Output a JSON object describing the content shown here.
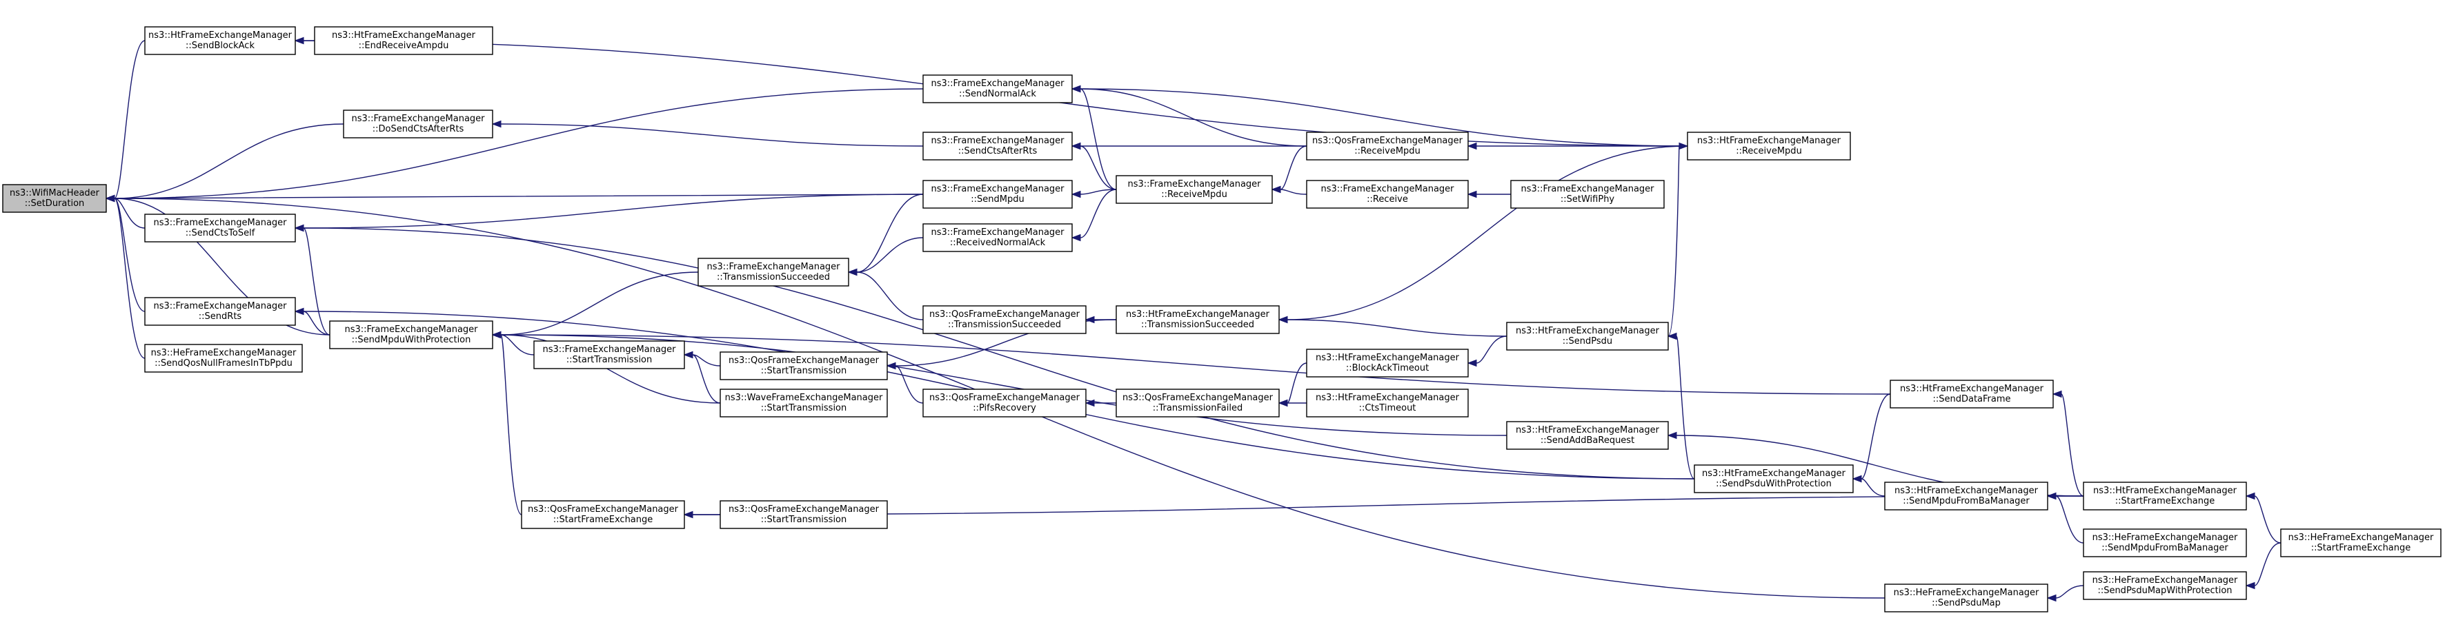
{
  "graph": {
    "edge_color": "#191970",
    "node_border": "#000000",
    "root_fill": "#bfbfbf",
    "node_fill": "#ffffff",
    "nodes": [
      {
        "id": "root",
        "line1": "ns3::WifiMacHeader",
        "line2": "::SetDuration",
        "root": true
      },
      {
        "id": "ht_sendblockack",
        "line1": "ns3::HtFrameExchangeManager",
        "line2": "::SendBlockAck"
      },
      {
        "id": "ht_endreceiveampdu",
        "line1": "ns3::HtFrameExchangeManager",
        "line2": "::EndReceiveAmpdu"
      },
      {
        "id": "fe_dosendctsafterrts",
        "line1": "ns3::FrameExchangeManager",
        "line2": "::DoSendCtsAfterRts"
      },
      {
        "id": "fe_sendctstoself",
        "line1": "ns3::FrameExchangeManager",
        "line2": "::SendCtsToSelf"
      },
      {
        "id": "fe_sendrts",
        "line1": "ns3::FrameExchangeManager",
        "line2": "::SendRts"
      },
      {
        "id": "he_sendqosnull",
        "line1": "ns3::HeFrameExchangeManager",
        "line2": "::SendQosNullFramesInTbPpdu"
      },
      {
        "id": "fe_sendmpduwithprotection",
        "line1": "ns3::FrameExchangeManager",
        "line2": "::SendMpduWithProtection"
      },
      {
        "id": "fe_transmissionsucceeded",
        "line1": "ns3::FrameExchangeManager",
        "line2": "::TransmissionSucceeded"
      },
      {
        "id": "fe_starttransmission",
        "line1": "ns3::FrameExchangeManager",
        "line2": "::StartTransmission"
      },
      {
        "id": "qos_startframeexchange",
        "line1": "ns3::QosFrameExchangeManager",
        "line2": "::StartFrameExchange"
      },
      {
        "id": "fe_sendnormalack",
        "line1": "ns3::FrameExchangeManager",
        "line2": "::SendNormalAck"
      },
      {
        "id": "fe_sendctsafterrts",
        "line1": "ns3::FrameExchangeManager",
        "line2": "::SendCtsAfterRts"
      },
      {
        "id": "fe_sendmpdu",
        "line1": "ns3::FrameExchangeManager",
        "line2": "::SendMpdu"
      },
      {
        "id": "fe_receivednormalack",
        "line1": "ns3::FrameExchangeManager",
        "line2": "::ReceivedNormalAck"
      },
      {
        "id": "qos_transmissionsucceeded",
        "line1": "ns3::QosFrameExchangeManager",
        "line2": "::TransmissionSucceeded"
      },
      {
        "id": "qos_starttransmission",
        "line1": "ns3::QosFrameExchangeManager",
        "line2": "::StartTransmission"
      },
      {
        "id": "wave_starttransmission",
        "line1": "ns3::WaveFrameExchangeManager",
        "line2": "::StartTransmission"
      },
      {
        "id": "qos_pifsrecovery",
        "line1": "ns3::QosFrameExchangeManager",
        "line2": "::PifsRecovery"
      },
      {
        "id": "qos_starttransmission2",
        "line1": "ns3::QosFrameExchangeManager",
        "line2": "::StartTransmission"
      },
      {
        "id": "fe_receivempdu",
        "line1": "ns3::FrameExchangeManager",
        "line2": "::ReceiveMpdu"
      },
      {
        "id": "ht_transmissionsucceeded",
        "line1": "ns3::HtFrameExchangeManager",
        "line2": "::TransmissionSucceeded"
      },
      {
        "id": "qos_transmissionfailed",
        "line1": "ns3::QosFrameExchangeManager",
        "line2": "::TransmissionFailed"
      },
      {
        "id": "qos_receivempdu",
        "line1": "ns3::QosFrameExchangeManager",
        "line2": "::ReceiveMpdu"
      },
      {
        "id": "fe_receive",
        "line1": "ns3::FrameExchangeManager",
        "line2": "::Receive"
      },
      {
        "id": "ht_blockacktimeout",
        "line1": "ns3::HtFrameExchangeManager",
        "line2": "::BlockAckTimeout"
      },
      {
        "id": "ht_ctstimeout",
        "line1": "ns3::HtFrameExchangeManager",
        "line2": "::CtsTimeout"
      },
      {
        "id": "fe_setwifiphy",
        "line1": "ns3::FrameExchangeManager",
        "line2": "::SetWifiPhy"
      },
      {
        "id": "ht_sendpsdu",
        "line1": "ns3::HtFrameExchangeManager",
        "line2": "::SendPsdu"
      },
      {
        "id": "ht_sendaddbarequest",
        "line1": "ns3::HtFrameExchangeManager",
        "line2": "::SendAddBaRequest"
      },
      {
        "id": "ht_sendpsduwithprotection",
        "line1": "ns3::HtFrameExchangeManager",
        "line2": "::SendPsduWithProtection"
      },
      {
        "id": "ht_receivempdu",
        "line1": "ns3::HtFrameExchangeManager",
        "line2": "::ReceiveMpdu"
      },
      {
        "id": "ht_sendmpdufrombamanager",
        "line1": "ns3::HtFrameExchangeManager",
        "line2": "::SendMpduFromBaManager"
      },
      {
        "id": "he_sendpsdumap",
        "line1": "ns3::HeFrameExchangeManager",
        "line2": "::SendPsduMap"
      },
      {
        "id": "ht_senddataframe",
        "line1": "ns3::HtFrameExchangeManager",
        "line2": "::SendDataFrame"
      },
      {
        "id": "ht_startframeexchange",
        "line1": "ns3::HtFrameExchangeManager",
        "line2": "::StartFrameExchange"
      },
      {
        "id": "he_sendmpdufrombamanager",
        "line1": "ns3::HeFrameExchangeManager",
        "line2": "::SendMpduFromBaManager"
      },
      {
        "id": "he_sendpsdumapwithprotection",
        "line1": "ns3::HeFrameExchangeManager",
        "line2": "::SendPsduMapWithProtection"
      },
      {
        "id": "he_startframeexchange",
        "line1": "ns3::HeFrameExchangeManager",
        "line2": "::StartFrameExchange"
      }
    ],
    "edges": [
      {
        "from": "ht_sendblockack",
        "to": "root"
      },
      {
        "from": "fe_sendnormalack",
        "to": "root"
      },
      {
        "from": "fe_dosendctsafterrts",
        "to": "root"
      },
      {
        "from": "fe_sendmpdu",
        "to": "root"
      },
      {
        "from": "fe_sendctstoself",
        "to": "root"
      },
      {
        "from": "fe_sendrts",
        "to": "root"
      },
      {
        "from": "he_sendqosnull",
        "to": "root"
      },
      {
        "from": "he_sendpsdumap",
        "to": "root"
      },
      {
        "from": "fe_sendmpduwithprotection",
        "to": "root"
      },
      {
        "from": "ht_endreceiveampdu",
        "to": "ht_sendblockack"
      },
      {
        "from": "ht_receivempdu",
        "to": "ht_sendblockack"
      },
      {
        "from": "fe_sendctsafterrts",
        "to": "fe_dosendctsafterrts"
      },
      {
        "from": "fe_sendmpdu",
        "to": "fe_sendctstoself"
      },
      {
        "from": "fe_sendmpduwithprotection",
        "to": "fe_sendctstoself"
      },
      {
        "from": "ht_sendpsduwithprotection",
        "to": "fe_sendctstoself"
      },
      {
        "from": "fe_sendmpduwithprotection",
        "to": "fe_sendrts"
      },
      {
        "from": "ht_sendpsduwithprotection",
        "to": "fe_sendrts"
      },
      {
        "from": "fe_transmissionsucceeded",
        "to": "fe_sendmpduwithprotection"
      },
      {
        "from": "fe_starttransmission",
        "to": "fe_sendmpduwithprotection"
      },
      {
        "from": "qos_startframeexchange",
        "to": "fe_sendmpduwithprotection"
      },
      {
        "from": "wave_starttransmission",
        "to": "fe_sendmpduwithprotection"
      },
      {
        "from": "ht_senddataframe",
        "to": "fe_sendmpduwithprotection"
      },
      {
        "from": "ht_sendaddbarequest",
        "to": "fe_sendmpduwithprotection"
      },
      {
        "from": "fe_sendmpdu",
        "to": "fe_transmissionsucceeded"
      },
      {
        "from": "fe_receivednormalack",
        "to": "fe_transmissionsucceeded"
      },
      {
        "from": "qos_transmissionsucceeded",
        "to": "fe_transmissionsucceeded"
      },
      {
        "from": "qos_starttransmission",
        "to": "fe_starttransmission"
      },
      {
        "from": "wave_starttransmission",
        "to": "fe_starttransmission"
      },
      {
        "from": "qos_starttransmission2",
        "to": "qos_startframeexchange"
      },
      {
        "from": "ht_startframeexchange",
        "to": "qos_startframeexchange"
      },
      {
        "from": "fe_receivempdu",
        "to": "fe_sendnormalack"
      },
      {
        "from": "qos_receivempdu",
        "to": "fe_sendnormalack"
      },
      {
        "from": "ht_receivempdu",
        "to": "fe_sendnormalack"
      },
      {
        "from": "fe_receivempdu",
        "to": "fe_sendctsafterrts"
      },
      {
        "from": "qos_receivempdu",
        "to": "fe_sendctsafterrts"
      },
      {
        "from": "fe_receivempdu",
        "to": "fe_sendmpdu"
      },
      {
        "from": "fe_receivempdu",
        "to": "fe_receivednormalack"
      },
      {
        "from": "ht_transmissionsucceeded",
        "to": "qos_transmissionsucceeded"
      },
      {
        "from": "qos_pifsrecovery",
        "to": "qos_starttransmission"
      },
      {
        "from": "ht_transmissionsucceeded",
        "to": "qos_starttransmission"
      },
      {
        "from": "qos_transmissionfailed",
        "to": "qos_pifsrecovery"
      },
      {
        "from": "qos_receivempdu",
        "to": "fe_receivempdu"
      },
      {
        "from": "fe_receive",
        "to": "fe_receivempdu"
      },
      {
        "from": "ht_sendpsdu",
        "to": "ht_transmissionsucceeded"
      },
      {
        "from": "ht_receivempdu",
        "to": "ht_transmissionsucceeded"
      },
      {
        "from": "ht_blockacktimeout",
        "to": "qos_transmissionfailed"
      },
      {
        "from": "ht_ctstimeout",
        "to": "qos_transmissionfailed"
      },
      {
        "from": "ht_receivempdu",
        "to": "qos_receivempdu"
      },
      {
        "from": "fe_setwifiphy",
        "to": "fe_receive"
      },
      {
        "from": "ht_sendpsdu",
        "to": "ht_blockacktimeout"
      },
      {
        "from": "ht_sendpsdu",
        "to": "ht_receivempdu"
      },
      {
        "from": "ht_sendpsduwithprotection",
        "to": "ht_sendpsdu"
      },
      {
        "from": "ht_startframeexchange",
        "to": "ht_sendaddbarequest"
      },
      {
        "from": "ht_senddataframe",
        "to": "ht_sendpsduwithprotection"
      },
      {
        "from": "ht_sendmpdufrombamanager",
        "to": "ht_sendpsduwithprotection"
      },
      {
        "from": "ht_startframeexchange",
        "to": "ht_senddataframe"
      },
      {
        "from": "ht_startframeexchange",
        "to": "ht_sendmpdufrombamanager"
      },
      {
        "from": "he_sendmpdufrombamanager",
        "to": "ht_sendmpdufrombamanager"
      },
      {
        "from": "he_sendpsdumapwithprotection",
        "to": "he_sendpsdumap"
      },
      {
        "from": "he_startframeexchange",
        "to": "he_sendpsdumapwithprotection"
      },
      {
        "from": "he_startframeexchange",
        "to": "ht_startframeexchange"
      }
    ]
  }
}
